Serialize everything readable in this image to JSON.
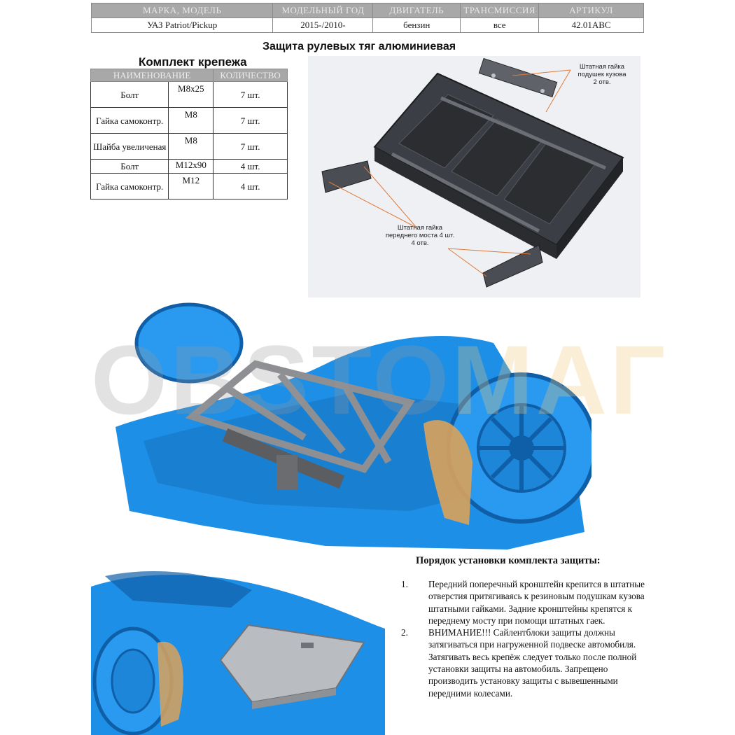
{
  "header": {
    "columns": [
      "МАРКА, МОДЕЛЬ",
      "МОДЕЛЬНЫЙ ГОД",
      "ДВИГАТЕЛЬ",
      "ТРАНСМИССИЯ",
      "АРТИКУЛ"
    ],
    "values": [
      "УАЗ Patriot/Pickup",
      "2015-/2010-",
      "бензин",
      "все",
      "42.01АВС"
    ]
  },
  "title": "Защита рулевых тяг алюминиевая",
  "kit": {
    "title": "Комплект крепежа",
    "columns": [
      "НАИМЕНОВАНИЕ",
      "КОЛИЧЕСТВО"
    ],
    "rows": [
      {
        "name": "Болт",
        "size": "M8x25",
        "qty": "7 шт."
      },
      {
        "name": "Гайка самоконтр.",
        "size": "M8",
        "qty": "7 шт."
      },
      {
        "name": "Шайба увеличеная",
        "size": "M8",
        "qty": "7 шт."
      },
      {
        "name": "Болт",
        "size": "M12x90",
        "qty": "4 шт."
      },
      {
        "name": "Гайка самоконтр.",
        "size": "M12",
        "qty": "4 шт."
      }
    ]
  },
  "callouts": {
    "body_mount": [
      "Штатная гайка",
      "подушек кузова",
      "2 отв."
    ],
    "front_axle": [
      "Штатная гайка",
      "переднего моста 4 шт.",
      "4 отв."
    ]
  },
  "watermark": {
    "part1": "OBSTO",
    "part2": "МАГ"
  },
  "instructions": {
    "title": "Порядок установки комплекта защиты:",
    "items": [
      {
        "num": "1.",
        "text": "Передний поперечный кронштейн крепится в штатные отверстия притягиваясь к резиновым подушкам кузова штатными гайками. Задние кронштейны крепятся к переднему мосту при помощи штатных гаек."
      },
      {
        "num": "2.",
        "text": "ВНИМАНИЕ!!! Сайлентблоки защиты должны затягиваться при нагруженной подвеске автомобиля. Затягивать весь крепёж следует только после полной установки защиты на автомобиль. Запрещено производить установку защиты с вывешенными передними колесами."
      }
    ]
  },
  "colors": {
    "header_gray": "#a8a8a8",
    "scan_blue": "#1e8fe6",
    "accent_orange": "#e07a3a"
  }
}
